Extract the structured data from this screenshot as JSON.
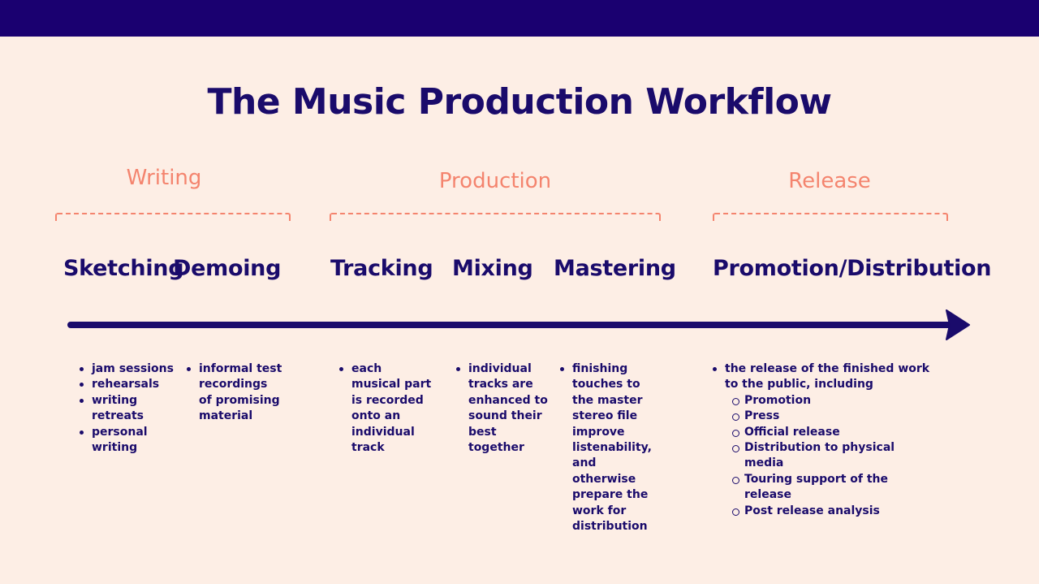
{
  "title": "The Music Production Workflow",
  "phases": {
    "writing": "Writing",
    "production": "Production",
    "release": "Release"
  },
  "stages": {
    "sketching": "Sketching",
    "demoing": "Demoing",
    "tracking": "Tracking",
    "mixing": "Mixing",
    "mastering": "Mastering",
    "promotion": "Promotion/Distribution"
  },
  "details": {
    "sketching": [
      "jam sessions",
      "rehearsals",
      "writing retreats",
      "personal writing"
    ],
    "demoing": [
      "informal test recordings of promising material"
    ],
    "tracking": [
      "each musical part is recorded onto an individual track"
    ],
    "mixing": [
      "individual tracks are enhanced to sound their best together"
    ],
    "mastering": [
      "finishing touches to the master stereo file improve listenability, and otherwise prepare the work for distribution"
    ],
    "promotion": {
      "intro": "the release of the finished work to the public, including",
      "items": [
        "Promotion",
        "Press",
        "Official release",
        "Distribution to physical media",
        "Touring support of the release",
        "Post release analysis"
      ]
    }
  },
  "colors": {
    "background": "#fdeee5",
    "top_bar": "#1a0070",
    "navy": "#1a0b6b",
    "accent": "#f4846e"
  }
}
